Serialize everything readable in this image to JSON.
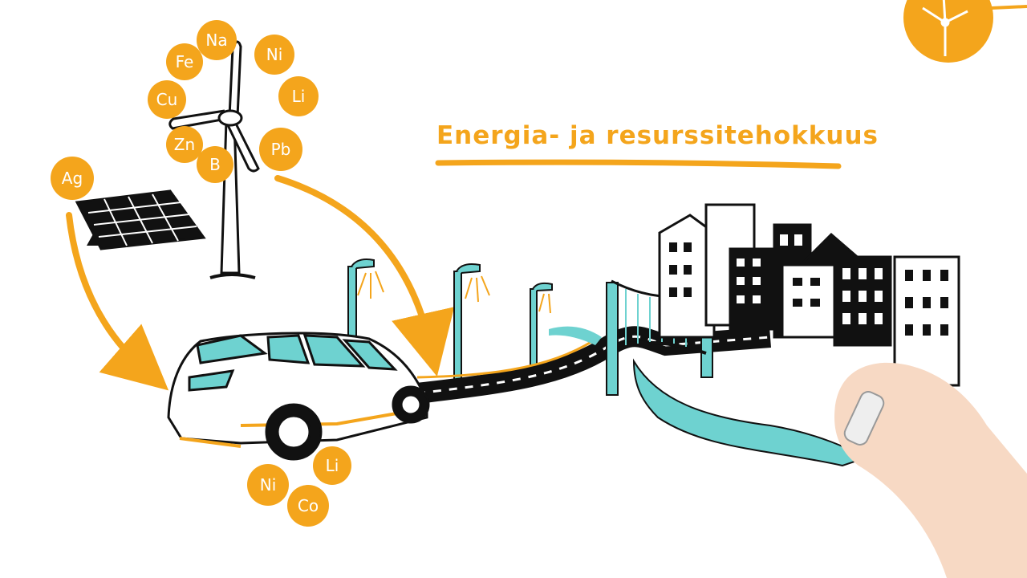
{
  "title": "Energia- ja resurssitehokkuus",
  "colors": {
    "accent": "#F4A51C",
    "water": "#6ED2D0",
    "ink": "#111111",
    "background": "#FFFFFF"
  },
  "wind_turbine_elements": [
    "Na",
    "Fe",
    "Ni",
    "Cu",
    "Li",
    "Zn",
    "B",
    "Pb"
  ],
  "solar_panel_elements": [
    "Ag"
  ],
  "car_battery_elements": [
    "Li",
    "Ni",
    "Co"
  ],
  "icons": [
    "wind-turbine-icon",
    "solar-panel-icon",
    "electric-car-icon",
    "street-lamp-icon",
    "bridge-icon",
    "city-buildings-icon",
    "drawing-hand-icon",
    "logo-turbine-badge-icon"
  ]
}
